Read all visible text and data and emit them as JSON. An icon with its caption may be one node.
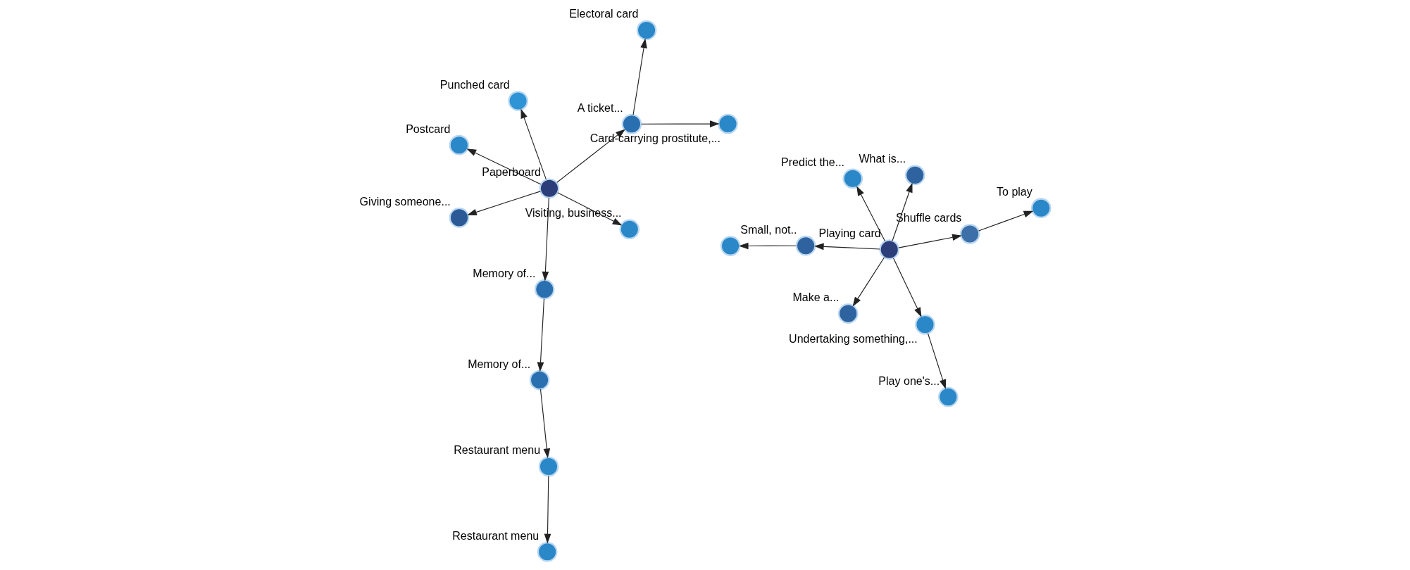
{
  "diagram": {
    "nodes": [
      {
        "text": [],
        "shape": "circle",
        "beside": [
          "Paperboard"
        ]
      },
      {
        "text": [],
        "shape": "circle",
        "beside": [
          "A ticket..."
        ]
      },
      {
        "text": [],
        "shape": "circle",
        "beside": [
          "Card-carrying prostitute,..."
        ]
      },
      {
        "text": [],
        "shape": "circle",
        "beside": [
          "Electoral card"
        ]
      },
      {
        "text": [],
        "shape": "circle",
        "beside": [
          "Punched card"
        ]
      },
      {
        "text": [],
        "shape": "circle",
        "beside": [
          "Memory of..."
        ]
      },
      {
        "text": [],
        "shape": "circle",
        "beside": [
          "Memory of..."
        ]
      },
      {
        "text": [],
        "shape": "circle",
        "beside": [
          "Restaurant menu"
        ]
      },
      {
        "text": [],
        "shape": "circle",
        "beside": [
          "Restaurant menu"
        ]
      },
      {
        "text": [],
        "shape": "circle",
        "beside": [
          "Visiting, business..."
        ]
      },
      {
        "text": [],
        "shape": "circle",
        "beside": [
          "Giving someone..."
        ]
      },
      {
        "text": [],
        "shape": "circle",
        "beside": [
          "Postcard"
        ]
      },
      {
        "text": [],
        "shape": "circle",
        "beside": [
          "Playing card"
        ]
      },
      {
        "text": [],
        "shape": "circle",
        "beside": [
          "To play"
        ]
      },
      {
        "text": [],
        "shape": "circle",
        "beside": [
          "Shuffle cards"
        ]
      },
      {
        "text": [],
        "shape": "circle",
        "beside": [
          "Predict the..."
        ]
      },
      {
        "text": [],
        "shape": "circle",
        "beside": [
          "What is..."
        ]
      },
      {
        "text": [],
        "shape": "circle",
        "beside": [
          "Small, not.."
        ]
      },
      {
        "text": [],
        "shape": "circle"
      },
      {
        "text": [],
        "shape": "circle",
        "beside": [
          "Undertaking something,..."
        ]
      },
      {
        "text": [],
        "shape": "circle",
        "beside": [
          "Make a..."
        ]
      },
      {
        "text": [],
        "shape": "circle",
        "beside": [
          "Play one's..."
        ]
      }
    ],
    "edges": [
      {
        "from": 0,
        "to": 1,
        "arrow": "to"
      },
      {
        "from": 1,
        "to": 2,
        "arrow": "to"
      },
      {
        "from": 1,
        "to": 3,
        "arrow": "to"
      },
      {
        "from": 0,
        "to": 4,
        "arrow": "to"
      },
      {
        "from": 0,
        "to": 5,
        "arrow": "to"
      },
      {
        "from": 5,
        "to": 6,
        "arrow": "to"
      },
      {
        "from": 6,
        "to": 7,
        "arrow": "to"
      },
      {
        "from": 7,
        "to": 8,
        "arrow": "to"
      },
      {
        "from": 0,
        "to": 9,
        "arrow": "to"
      },
      {
        "from": 0,
        "to": 10,
        "arrow": "to"
      },
      {
        "from": 0,
        "to": 11,
        "arrow": "to"
      },
      {
        "from": 12,
        "to": 14,
        "arrow": "to"
      },
      {
        "from": 14,
        "to": 13,
        "arrow": "to"
      },
      {
        "from": 12,
        "to": 15,
        "arrow": "to"
      },
      {
        "from": 12,
        "to": 16,
        "arrow": "to"
      },
      {
        "from": 12,
        "to": 17,
        "arrow": "to"
      },
      {
        "from": 17,
        "to": 18,
        "arrow": "to"
      },
      {
        "from": 12,
        "to": 19,
        "arrow": "to"
      },
      {
        "from": 12,
        "to": 20,
        "arrow": "to"
      },
      {
        "from": 19,
        "to": 21,
        "arrow": "to"
      }
    ]
  }
}
